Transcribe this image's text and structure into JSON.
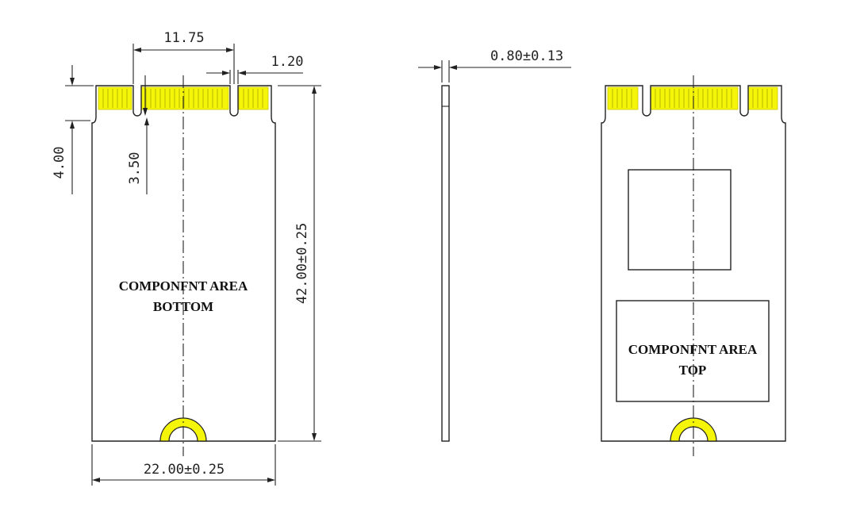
{
  "dimensions": {
    "key_spacing": "11.75",
    "key_width": "1.20",
    "edge_to_notch": "4.00",
    "key_depth": "3.50",
    "board_length": "42.00±0.25",
    "board_width": "22.00±0.25",
    "thickness": "0.80±0.13"
  },
  "labels": {
    "bottom_area_line1": "COMPONFNT AREA",
    "bottom_area_line2": "BOTTOM",
    "top_area_line1": "COMPONFNT AREA",
    "top_area_line2": "TOP"
  },
  "colors": {
    "gold_finger": "#f5f50a",
    "outline": "#222222"
  }
}
